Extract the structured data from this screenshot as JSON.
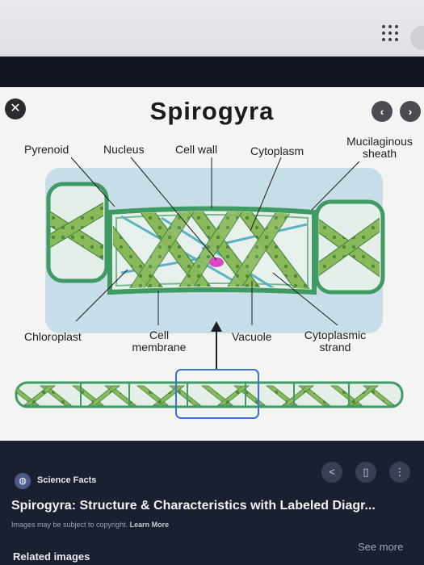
{
  "diagram": {
    "title": "Spirogyra",
    "labels": {
      "pyrenoid": "Pyrenoid",
      "nucleus": "Nucleus",
      "cell_wall": "Cell wall",
      "cytoplasm": "Cytoplasm",
      "mucilaginous_sheath": [
        "Mucilaginous",
        "sheath"
      ],
      "chloroplast": "Chloroplast",
      "cell_membrane": [
        "Cell",
        "membrane"
      ],
      "vacuole": "Vacuole",
      "cytoplasmic_strand": [
        "Cytoplasmic",
        "strand"
      ]
    },
    "colors": {
      "background": "#c7dde8",
      "cell_wall": "#3f9a63",
      "chloroplast": "#8ab95a",
      "chloroplast_dark": "#4f8a3a",
      "nucleus": "#d948c9",
      "highlight_box": "#3d6fe0"
    }
  },
  "source": {
    "name": "Science Facts",
    "icon": "globe-icon"
  },
  "result": {
    "caption": "Spirogyra: Structure & Characteristics with Labeled Diagr...",
    "copyright": "Images may be subject to copyright.",
    "learn_more": "Learn More"
  },
  "related": {
    "heading": "Related images",
    "see_more": "See more"
  },
  "icons": [
    "close-icon",
    "chevron-left-icon",
    "chevron-right-icon",
    "apps-grid-icon",
    "share-icon",
    "bookmark-icon",
    "more-vert-icon"
  ]
}
